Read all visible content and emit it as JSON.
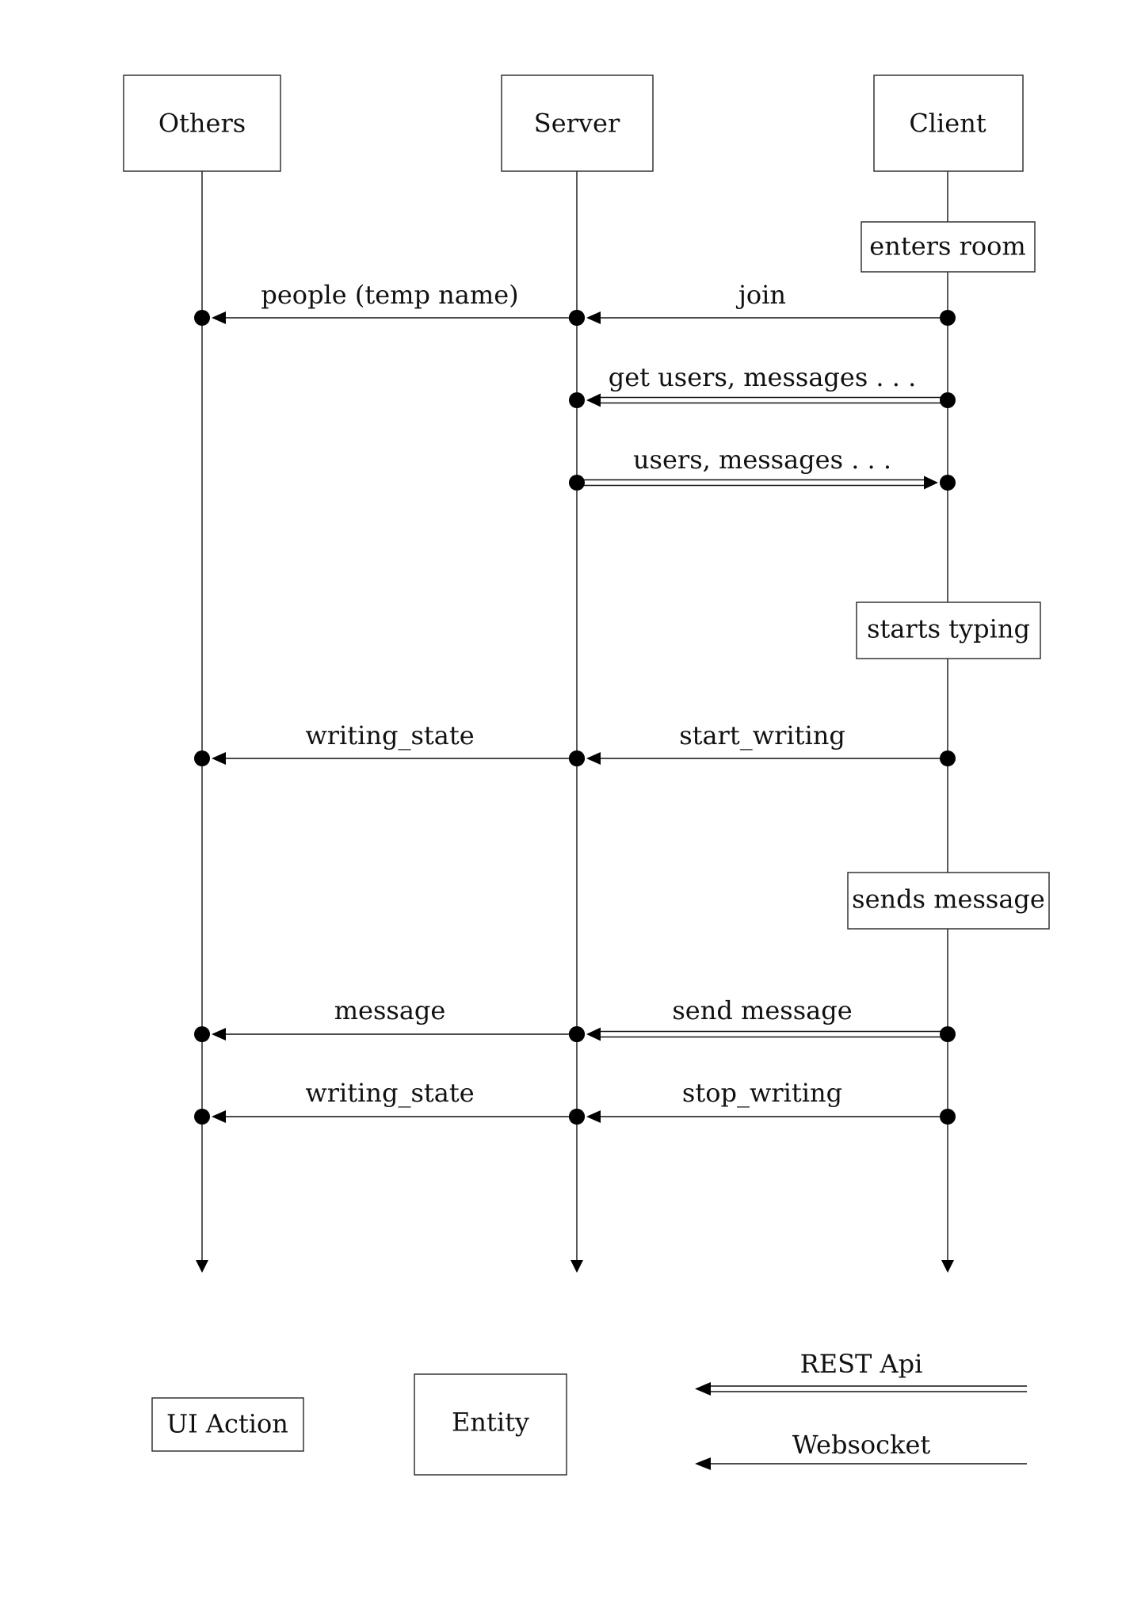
{
  "actors": [
    {
      "id": "others",
      "label": "Others"
    },
    {
      "id": "server",
      "label": "Server"
    },
    {
      "id": "client",
      "label": "Client"
    }
  ],
  "actions": [
    {
      "label": "enters room"
    },
    {
      "label": "starts typing"
    },
    {
      "label": "sends message"
    }
  ],
  "messages": [
    {
      "from": "server",
      "to": "others",
      "kind": "websocket",
      "label": "people (temp name)"
    },
    {
      "from": "client",
      "to": "server",
      "kind": "websocket",
      "label": "join"
    },
    {
      "from": "client",
      "to": "server",
      "kind": "rest",
      "label": "get users, messages . . ."
    },
    {
      "from": "server",
      "to": "client",
      "kind": "rest",
      "label": "users, messages . . ."
    },
    {
      "from": "server",
      "to": "others",
      "kind": "websocket",
      "label": "writing_state"
    },
    {
      "from": "client",
      "to": "server",
      "kind": "websocket",
      "label": "start_writing"
    },
    {
      "from": "server",
      "to": "others",
      "kind": "websocket",
      "label": "message"
    },
    {
      "from": "client",
      "to": "server",
      "kind": "rest",
      "label": "send message"
    },
    {
      "from": "server",
      "to": "others",
      "kind": "websocket",
      "label": "writing_state"
    },
    {
      "from": "client",
      "to": "server",
      "kind": "websocket",
      "label": "stop_writing"
    }
  ],
  "legend": {
    "ui_action": "UI Action",
    "entity": "Entity",
    "rest": "REST Api",
    "websocket": "Websocket"
  }
}
